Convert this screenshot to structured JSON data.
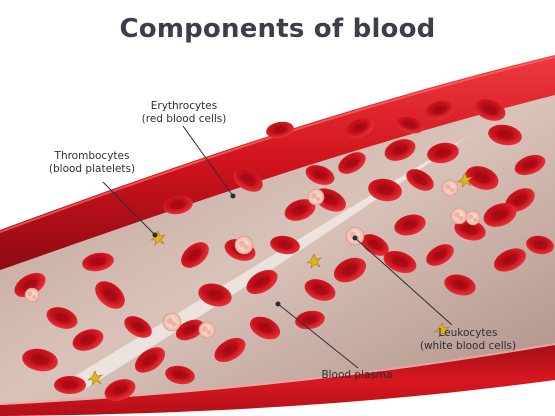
{
  "title": "Components of blood",
  "labels": {
    "erythrocytes": {
      "line1": "Erythrocytes",
      "line2": "(red blood cells)"
    },
    "thrombocytes": {
      "line1": "Thrombocytes",
      "line2": "(blood platelets)"
    },
    "leukocytes": {
      "line1": "Leukocytes",
      "line2": "(white blood cells)"
    },
    "plasma": {
      "line1": "Blood plasma"
    }
  },
  "colors": {
    "vessel_wall": "#d0131c",
    "vessel_wall_dark": "#8e0a12",
    "plasma": "#cdb3a7",
    "erythrocyte": "#d4141f",
    "leukocyte": "#f3cdbf",
    "thrombocyte": "#e2b320",
    "title": "#3a3f4a"
  },
  "icons": {
    "erythrocyte": "red-blood-cell-icon",
    "leukocyte": "white-blood-cell-icon",
    "thrombocyte": "platelet-icon"
  }
}
